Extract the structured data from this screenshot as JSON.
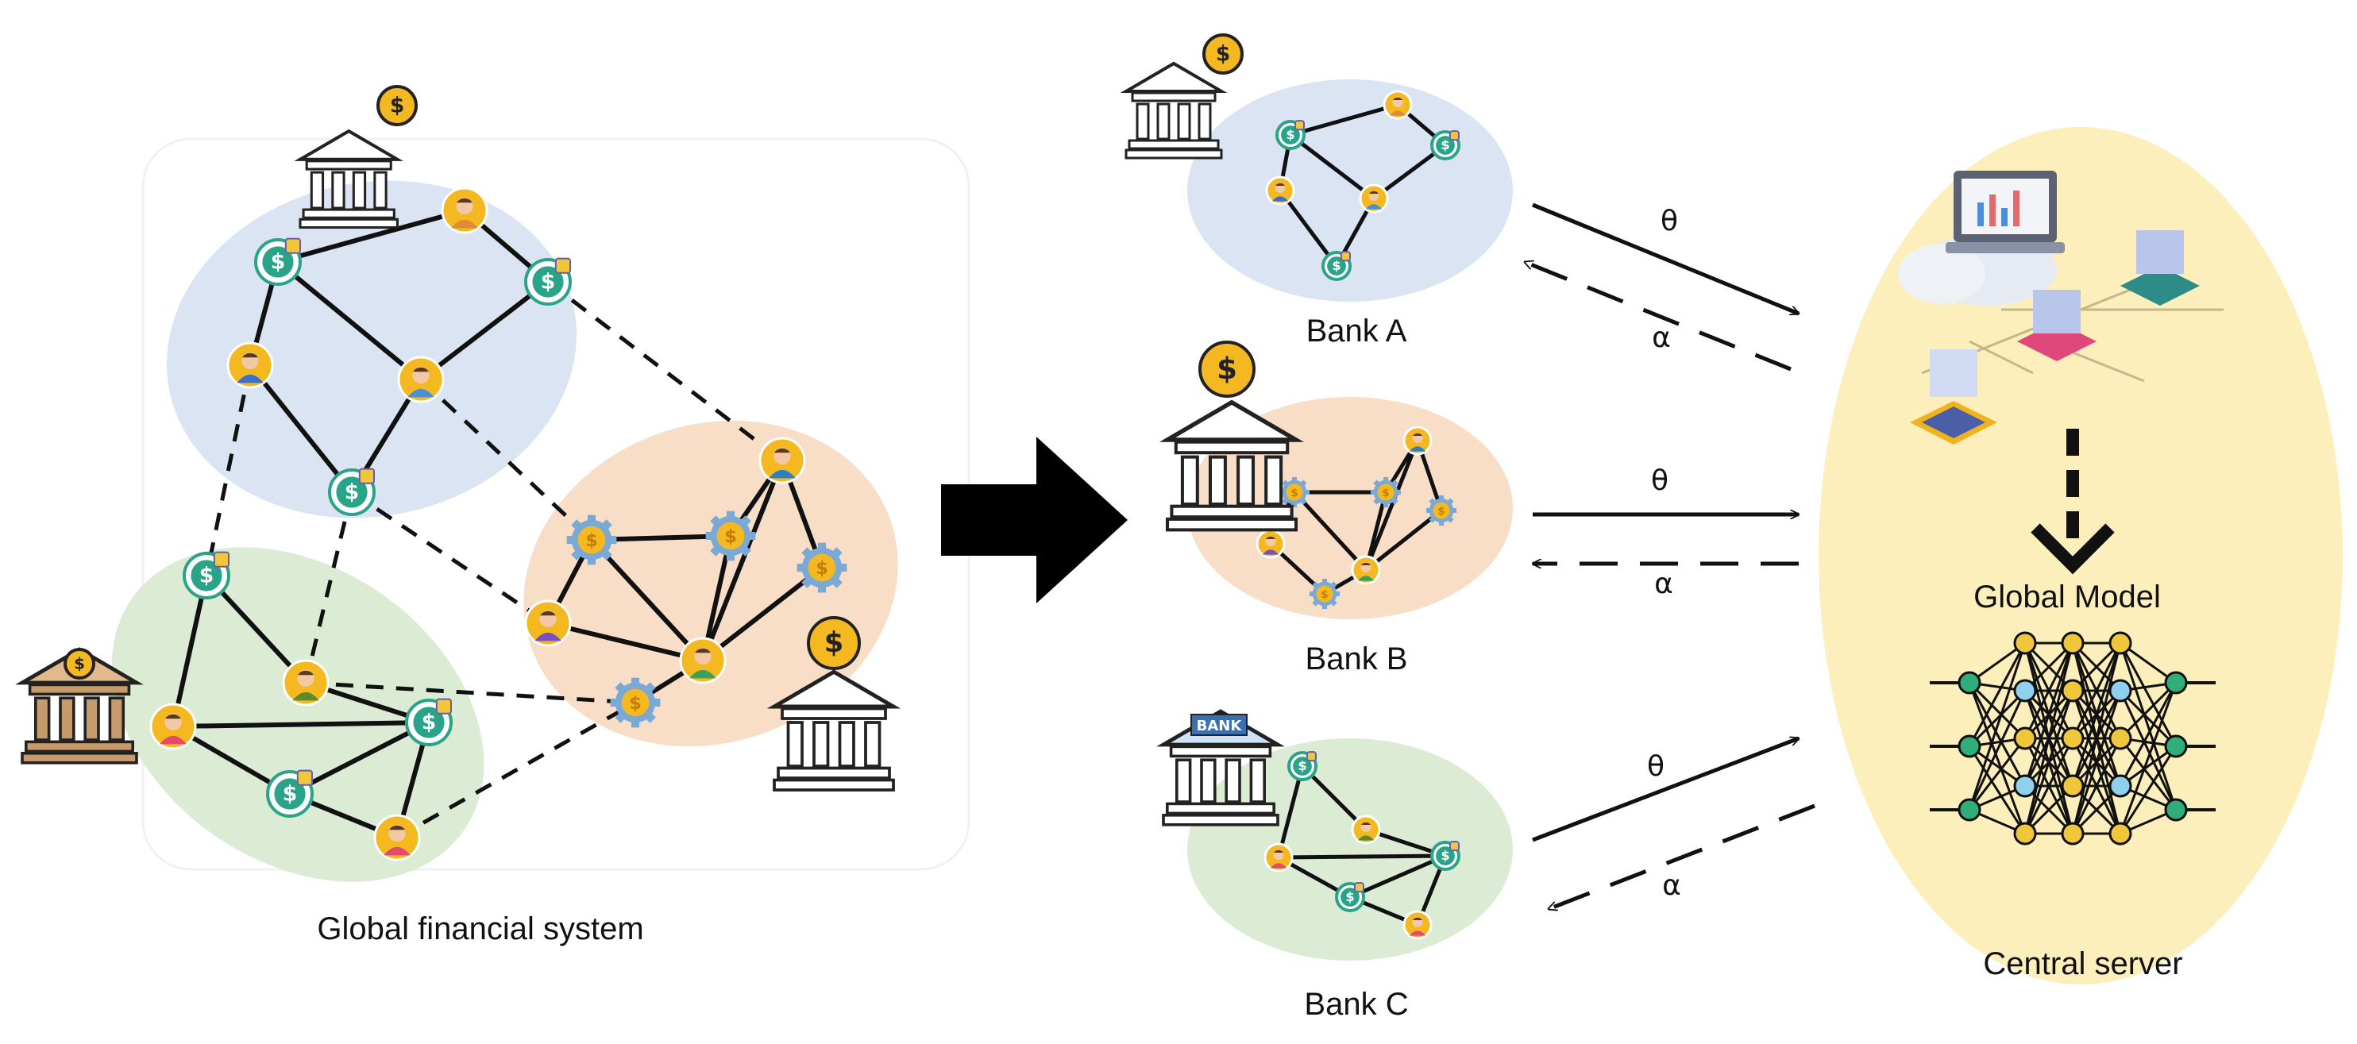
{
  "labels": {
    "global_system": "Global financial system",
    "bank_a": "Bank A",
    "bank_b": "Bank B",
    "bank_c": "Bank C",
    "global_model": "Global Model",
    "central_server": "Central server"
  },
  "arrows": {
    "bank_a": {
      "up": "θ",
      "down": "α"
    },
    "bank_b": {
      "up": "θ",
      "down": "α"
    },
    "bank_c": {
      "up": "θ",
      "down": "α"
    }
  },
  "bank_c_sign": "BANK",
  "colors": {
    "bank_a_region": "#dbe4f3",
    "bank_b_region": "#f8ddc7",
    "bank_c_region": "#dcebd3",
    "server_region": "#fcefbb",
    "coin": "#f4b921",
    "teal_coin": "#2aa488",
    "edge": "#111111"
  },
  "icons": [
    "bank-building-icon",
    "dollar-coin-icon",
    "person-icon",
    "gear-coin-icon",
    "laptop-cloud-icon",
    "server-chip-icon",
    "neural-network-icon"
  ]
}
